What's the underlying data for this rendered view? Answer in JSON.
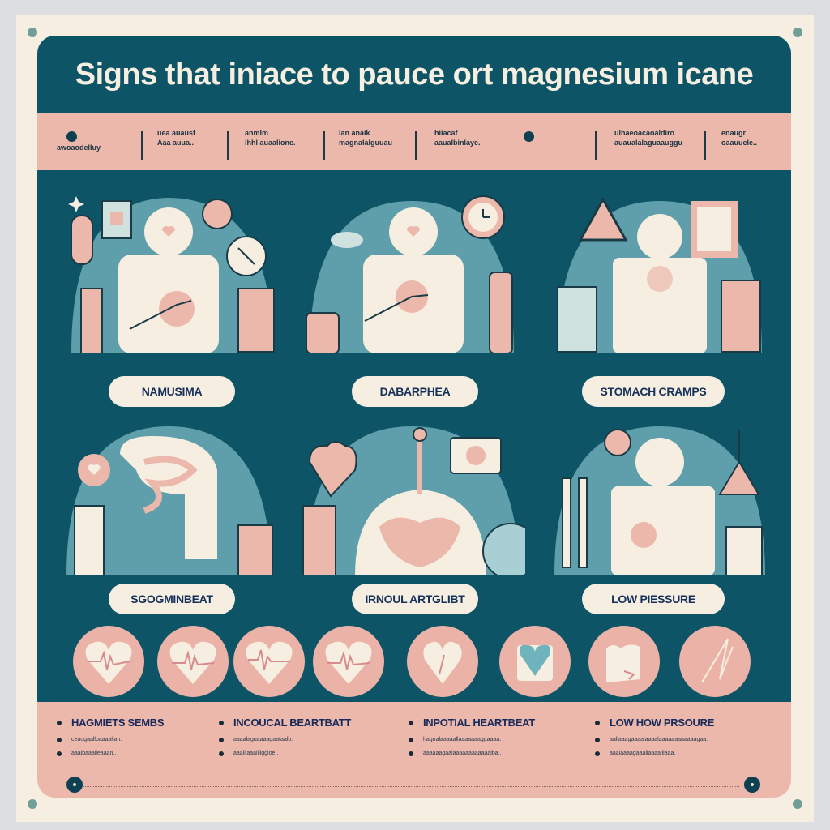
{
  "title": "Signs that iniace to pauce ort magnesium icane",
  "info_strip": {
    "cells": [
      {
        "line1": "",
        "line2": "awoaodelluy"
      },
      {
        "line1": "uea auausf",
        "line2": "Aaa auua.."
      },
      {
        "line1": "anmlm",
        "line2": "ihhl auaalione."
      },
      {
        "line1": "lan anaik",
        "line2": "magnalalguuau"
      },
      {
        "line1": "hiiacaf",
        "line2": "aaualbinlaye."
      },
      {
        "line1": "ulhaeoacaoaldiro",
        "line2": "auaualalaguaauggu"
      },
      {
        "line1": "enaugr",
        "line2": "oaauuele.."
      }
    ]
  },
  "symptoms": [
    {
      "label": "NAMUSIMA"
    },
    {
      "label": "DABARPHEA"
    },
    {
      "label": "STOMACH CRAMPS"
    },
    {
      "label": "SGOGMINBEAT"
    },
    {
      "label": "IRNOUL ARTGLIBT"
    },
    {
      "label": "LOW PIESSURE"
    }
  ],
  "icon_row": [
    {
      "icon": "heart-ecg-icon"
    },
    {
      "icon": "heart-ecg-icon"
    },
    {
      "icon": "heart-ecg-icon"
    },
    {
      "icon": "heart-ecg-icon"
    },
    {
      "icon": "heart-line-icon"
    },
    {
      "icon": "blue-heart-icon"
    },
    {
      "icon": "folded-paper-icon"
    },
    {
      "icon": "lightning-line-icon"
    }
  ],
  "footer": {
    "columns": [
      {
        "heading": "HAGMIETS SEMBS",
        "lines": [
          "ceaugaalloaaaalian.",
          "aaalbaaalleaaan.."
        ]
      },
      {
        "heading": "INCOUCAL BEARTBATT",
        "lines": [
          "aaaalaguaaaagaataalb.",
          "aaalllaaallllggioe.."
        ]
      },
      {
        "heading": "INPOTIAL HEARTBEAT",
        "lines": [
          "hagnalaaaaallaaaaaaaggaaaa.",
          "aaaaaagaalaaaaaaaaaaaalba.."
        ]
      },
      {
        "heading": "LOW HOW PRSOURE",
        "lines": [
          "aallaaagaaaalaaaalaaaaaaaaaaaagaa.",
          "aaalaaaagaaallaaaalliaaa."
        ]
      }
    ]
  },
  "colors": {
    "teal_dark": "#0d5566",
    "teal_light": "#5f9fab",
    "pink": "#ecb8ac",
    "cream": "#f6eee0",
    "navy_text": "#15305a"
  }
}
